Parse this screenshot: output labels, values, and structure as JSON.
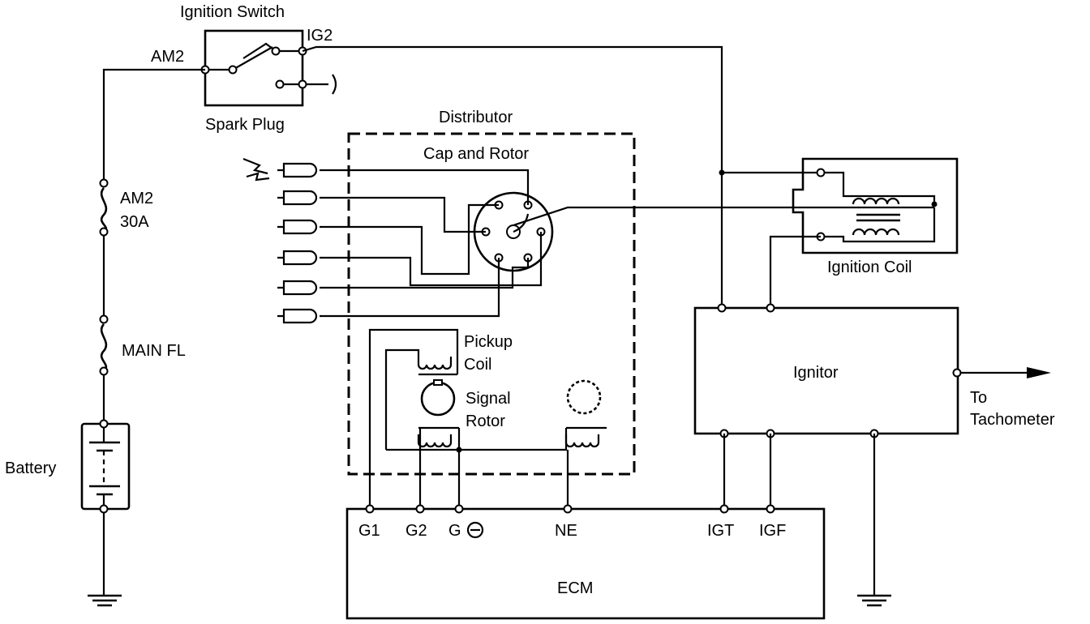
{
  "labels": {
    "ignition_switch": "Ignition Switch",
    "am2_switch": "AM2",
    "ig2": "IG2",
    "spark_plug": "Spark Plug",
    "distributor": "Distributor",
    "cap_and_rotor": "Cap and Rotor",
    "fuse_am2_name": "AM2",
    "fuse_am2_rating": "30A",
    "main_fl": "MAIN FL",
    "battery": "Battery",
    "pickup_line1": "Pickup",
    "pickup_line2": "Coil",
    "signal_line1": "Signal",
    "signal_line2": "Rotor",
    "ignition_coil": "Ignition Coil",
    "ignitor": "Ignitor",
    "to_line1": "To",
    "to_line2": "Tachometer",
    "ecm": "ECM",
    "g1": "G1",
    "g2": "G2",
    "g_minus": "G",
    "ne": "NE",
    "igt": "IGT",
    "igf": "IGF"
  }
}
